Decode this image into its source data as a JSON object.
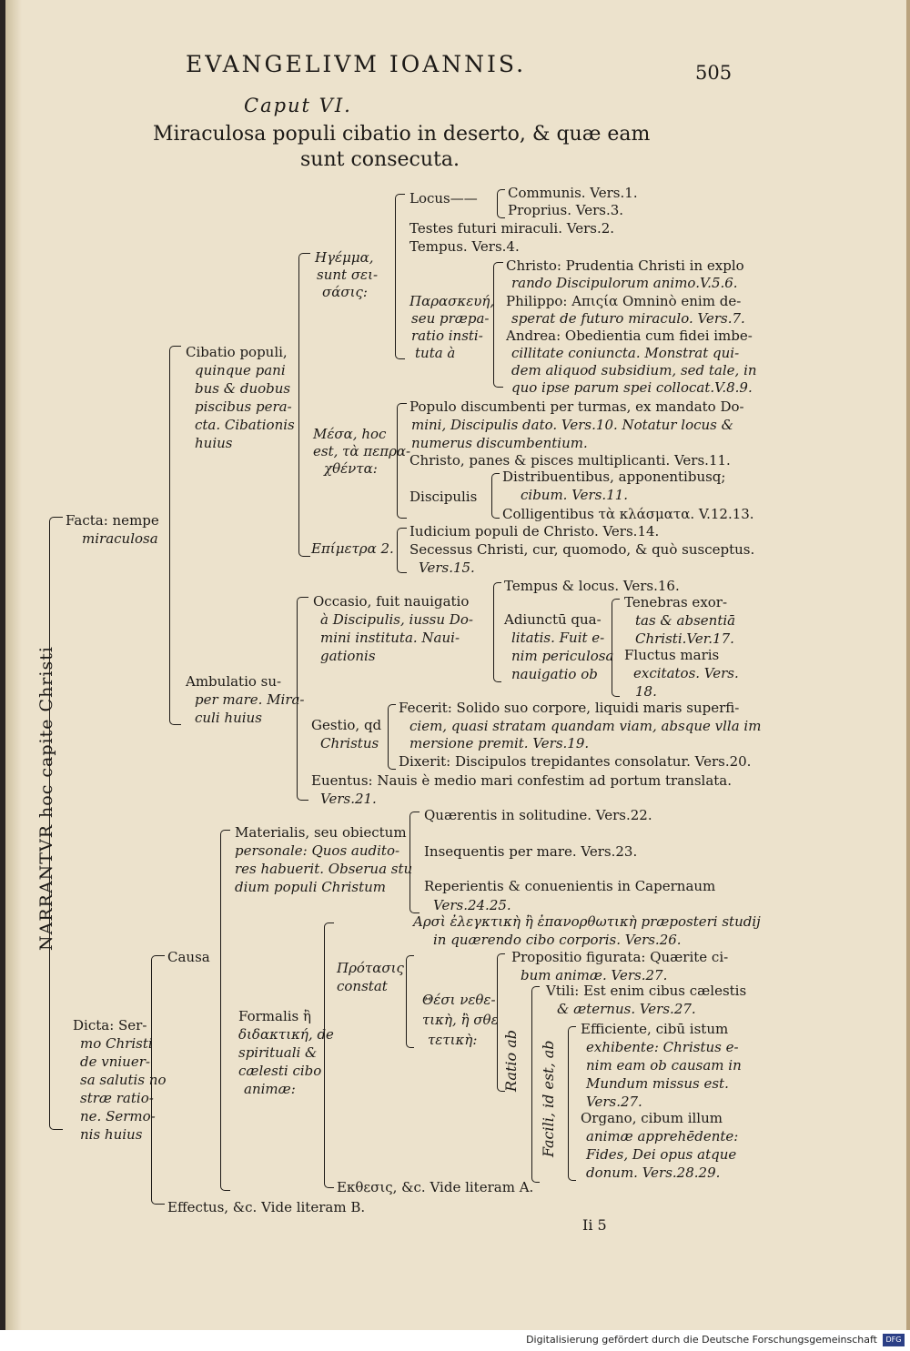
{
  "header": {
    "running_title": "EVANGELIVM IOANNIS.",
    "page_number": "505"
  },
  "chapter": "Caput VI.",
  "title": {
    "line1": "Miraculosa populi cibatio in deserto, & quæ eam",
    "line2": "sunt consecuta."
  },
  "side_title": "NARRANTVR hoc capite Christi",
  "facta": {
    "head": [
      "Facta: nempe",
      "miraculosa"
    ],
    "cibatio": {
      "head": [
        "Cibatio populi,",
        "quinque pani",
        "bus & duobus",
        "piscibus pera-",
        "cta. Cibationis",
        "huius"
      ],
      "egemma": {
        "head": [
          "Ηγέμμα,",
          "sunt σει-",
          "σάσις:"
        ],
        "locus": "Locus——",
        "communis": "Communis. Vers.1.",
        "proprius": "Proprius. Vers.3.",
        "testes": "Testes futuri miraculi. Vers.2.",
        "tempus": "Tempus. Vers.4.",
        "paraskeue": [
          "Παρασκευή,",
          "seu præpa-",
          "ratio insti-",
          "tuta à"
        ],
        "christo": [
          "Christo: Prudentia Christi in explo",
          "rando Discipulorum animo.V.5.6."
        ],
        "philippo": [
          "Philippo: Απιςία Omninò enim de-",
          "sperat de futuro miraculo. Vers.7."
        ],
        "andrea": [
          "Andrea: Obedientia cum fidei imbe-",
          "cillitate coniuncta. Monstrat qui-",
          "dem aliquod subsidium, sed tale, in",
          "quo ipse parum spei collocat.V.8.9."
        ]
      },
      "mesa": {
        "head": [
          "Μέσα, hoc",
          "est, τὰ πεπρα-",
          "χθέντα:"
        ],
        "populo": [
          "Populo discumbenti per turmas, ex mandato Do-",
          "mini, Discipulis dato. Vers.10. Notatur locus &",
          "numerus discumbentium."
        ],
        "christo": "Christo, panes & pisces multiplicanti. Vers.11.",
        "discipulis": "Discipulis",
        "distribuentibus": [
          "Distribuentibus, apponentibusq;",
          "cibum. Vers.11."
        ],
        "colligentibus": "Colligentibus τὰ κλάσματα. V.12.13."
      },
      "epimetra": {
        "head": "Επίμετρα 2.",
        "iudicium": "Iudicium populi de Christo. Vers.14.",
        "secessus": [
          "Secessus Christi, cur, quomodo, & quò susceptus.",
          "Vers.15."
        ]
      }
    },
    "ambulatio": {
      "head": [
        "Ambulatio su-",
        "per mare. Mira-",
        "culi huius"
      ],
      "occasio": [
        "Occasio, fuit nauigatio",
        "à Discipulis, iussu Do-",
        "mini instituta. Naui-",
        "gationis"
      ],
      "tempus": "Tempus & locus. Vers.16.",
      "adiuncta": [
        "Adiunctū qua-",
        "litatis. Fuit e-",
        "nim periculosa",
        "nauigatio ob"
      ],
      "tenebras": [
        "Tenebras exor-",
        "tas & absentiā",
        "Christi.Ver.17."
      ],
      "fluctus": [
        "Fluctus maris",
        "excitatos. Vers.",
        "18."
      ],
      "gestio": [
        "Gestio, qd",
        "Christus"
      ],
      "fecerit": [
        "Fecerit: Solido suo corpore, liquidi maris superfi-",
        "ciem, quasi stratam quandam viam, absque vlla im",
        "mersione premit. Vers.19."
      ],
      "dixerit": "Dixerit: Discipulos trepidantes consolatur. Vers.20.",
      "euentus": [
        "Euentus: Nauis è medio mari confestim ad portum translata.",
        "Vers.21."
      ]
    }
  },
  "dicta": {
    "head": [
      "Dicta: Ser-",
      "mo Christi",
      "de vniuer-",
      "sa salutis no",
      "stræ ratio-",
      "ne. Sermo-",
      "nis huius"
    ],
    "causa": {
      "head": "Causa",
      "materialis": [
        "Materialis, seu obiectum",
        "personale: Quos audito-",
        "res habuerit. Obserua stu",
        "dium populi Christum"
      ],
      "quaerentis": "Quærentis in solitudine. Vers.22.",
      "insequentis": "Insequentis per mare. Vers.23.",
      "reperientis": [
        "Reperientis & conuenientis in Capernaum",
        "Vers.24.25."
      ],
      "formalis": [
        "Formalis ἢ",
        "διδακτική, de",
        "spirituali &",
        "cælesti cibo",
        "animæ:"
      ],
      "elenchike": [
        "Αρσὶ ἐλεγκτικὴ ἢ ἐπανορθωτικὴ præposteri studij",
        "in quærendo cibo corporis. Vers.26."
      ],
      "protasis": [
        "Πρότασις",
        "constat"
      ],
      "thesis": [
        "Θέσι νεθε-",
        "τικὴ, ἢ σθε",
        "τετικὴ:"
      ],
      "propositio": [
        "Propositio figurata: Quærite ci-",
        "bum animæ. Vers.27."
      ],
      "ratio_ab": "Ratio ab",
      "vtili": [
        "Vtili: Est enim cibus cælestis",
        "& æternus. Vers.27."
      ],
      "facili": "Facili, id est, ab",
      "efficiente": [
        "Efficiente, cibū istum",
        "exhibente: Christus e-",
        "nim eam ob causam in",
        "Mundum missus est.",
        "Vers.27."
      ],
      "organo": [
        "Organo, cibum illum",
        "animæ apprehēdente:",
        "Fides, Dei opus atque",
        "donum. Vers.28.29."
      ],
      "exthesis": "Εκθεσις, &c. Vide literam A."
    },
    "effectus": "Effectus, &c. Vide literam B."
  },
  "signature": "Ii 5",
  "footer": {
    "text": "Digitalisierung gefördert durch die Deutsche Forschungsgemeinschaft",
    "logo": "DFG"
  }
}
